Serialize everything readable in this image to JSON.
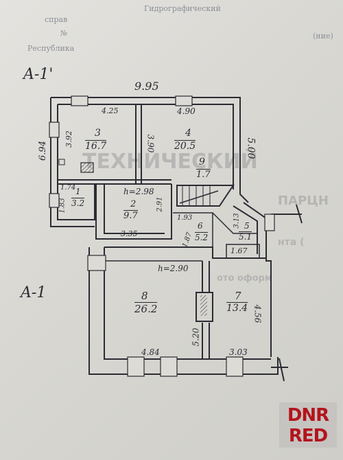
{
  "header": {
    "line1": "Гидрографический",
    "line2": "справ",
    "line3": "№",
    "line4": "Республика",
    "line5": "(ние)"
  },
  "sections": {
    "top": "A-1'",
    "bottom": "A-1"
  },
  "dimensions": {
    "overall_width": "9.95",
    "left_height": "6.94",
    "right_height": "5.00",
    "wall_width_room8": "4.84",
    "wall_width_room7": "3.03",
    "room8_right": "5.20",
    "room7_right": "4.56"
  },
  "rooms": [
    {
      "id": "1",
      "area": "3.2",
      "dims": [
        "1.74",
        "1.83"
      ]
    },
    {
      "id": "2",
      "area": "9.7",
      "dims": [
        "h=2.98",
        "3.35",
        "2.91"
      ]
    },
    {
      "id": "3",
      "area": "16.7",
      "dims": [
        "4.25",
        "3.92"
      ]
    },
    {
      "id": "4",
      "area": "20.5",
      "dims": [
        "4.90",
        "3.90"
      ]
    },
    {
      "id": "5",
      "area": "5.1",
      "dims": [
        "3.13"
      ]
    },
    {
      "id": "6",
      "area": "5.2",
      "dims": [
        "1.93",
        "1.87"
      ]
    },
    {
      "id": "7",
      "area": "13.4",
      "dims": []
    },
    {
      "id": "8",
      "area": "26.2",
      "dims": [
        "h=2.90"
      ]
    },
    {
      "id": "9",
      "area": "1.7",
      "dims": []
    }
  ],
  "extra_area": "1.67",
  "faint_text": {
    "stamp": "ТЕХНИЧЕСКИЙ",
    "line_a": "ПАРЦН",
    "line_b": "нта (",
    "line_c": "ото оформ"
  },
  "watermark": {
    "line1": "DNR",
    "line2": "RED",
    "color": "#b3141c"
  },
  "colors": {
    "ink": "#2b2b33",
    "paper": "#dcdbd6"
  }
}
